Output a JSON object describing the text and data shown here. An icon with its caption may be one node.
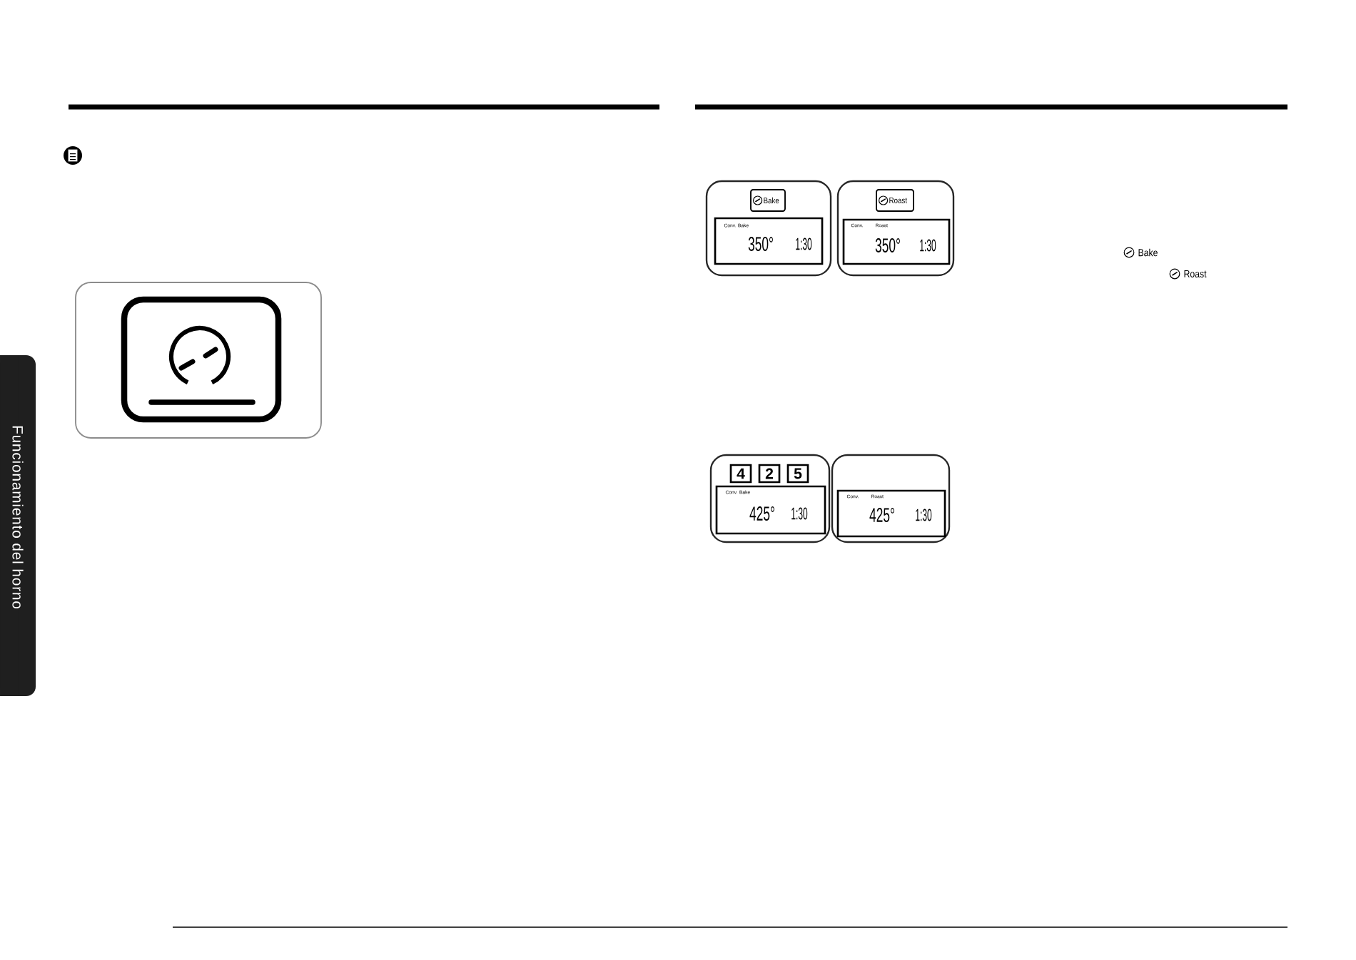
{
  "diagram": {
    "nodes": [
      {
        "text": [
          "Funcionamiento del horno"
        ]
      },
      {
        "text": [],
        "shape": "box"
      },
      {
        "text": [],
        "shape": "box"
      },
      {
        "text": [
          "Bake"
        ],
        "in": 2
      },
      {
        "text": [
          "Conv. Bake",
          "350°",
          "1:30"
        ],
        "in": 2
      },
      {
        "text": [],
        "shape": "box"
      },
      {
        "text": [
          "Roast"
        ],
        "in": 5
      },
      {
        "text": [
          "Conv.",
          "Roast",
          "350°",
          "1:30"
        ],
        "in": 5
      },
      {
        "text": [],
        "shape": "box"
      },
      {
        "text": [
          "4"
        ],
        "in": 8
      },
      {
        "text": [
          "2"
        ],
        "in": 8
      },
      {
        "text": [
          "5"
        ],
        "in": 8
      },
      {
        "text": [
          "Conv. Bake",
          "425°",
          "1:30"
        ],
        "in": 8
      },
      {
        "text": [],
        "shape": "box"
      },
      {
        "text": [
          "Conv.",
          "Roast",
          "425°",
          "1:30"
        ],
        "in": 13
      }
    ],
    "labels": [
      "Bake",
      "Roast"
    ]
  }
}
